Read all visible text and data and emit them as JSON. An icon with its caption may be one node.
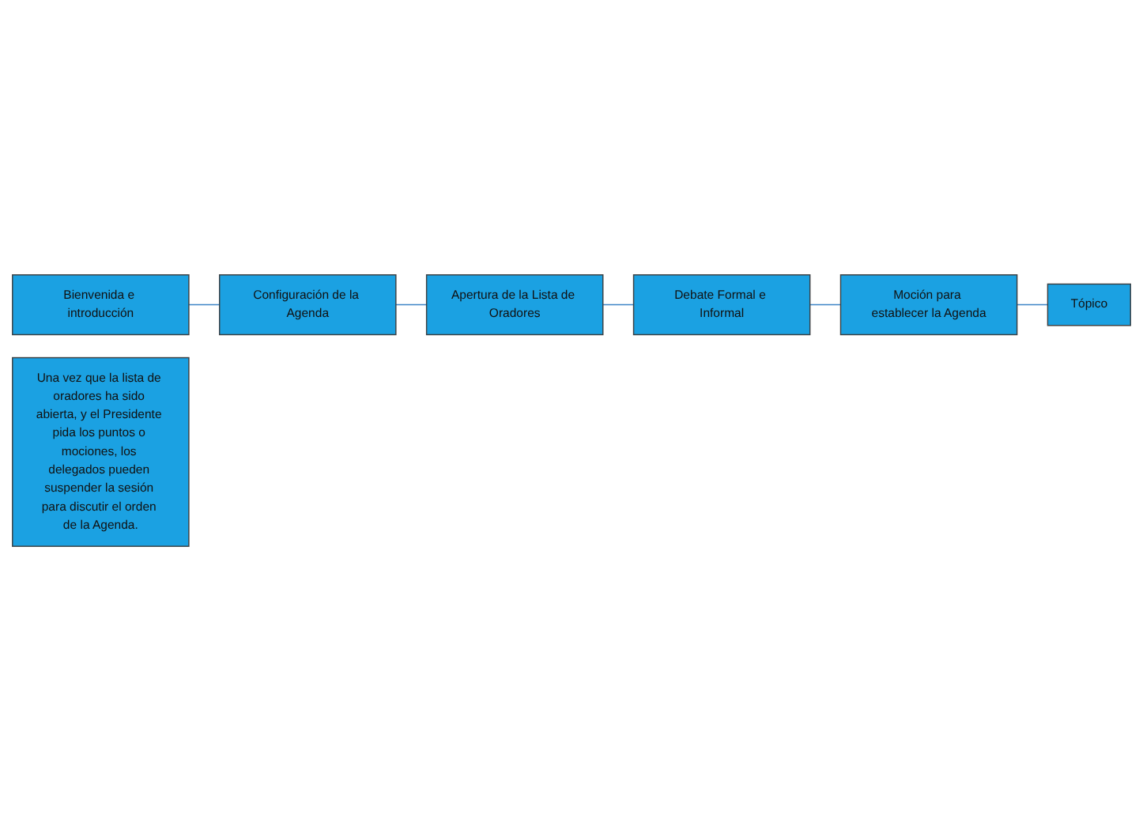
{
  "diagram": {
    "nodes": [
      {
        "text": [
          "Bienvenida e introducción"
        ]
      },
      {
        "text": [
          "Una vez que la lista de oradores ha sido abierta, y el Presidente pida los puntos o mociones, los delegados pueden suspender la sesión para discutir el orden de la Agenda."
        ]
      },
      {
        "text": [
          "Configuración de la Agenda"
        ]
      },
      {
        "text": [
          "Apertura de la Lista de Oradores"
        ]
      },
      {
        "text": [
          "Debate Formal e Informal"
        ]
      },
      {
        "text": [
          "Moción para establecer la Agenda"
        ]
      },
      {
        "text": [
          "Tópico"
        ]
      }
    ],
    "edges": [
      {
        "from": 0,
        "to": 2,
        "arrow": "none"
      },
      {
        "from": 2,
        "to": 3,
        "arrow": "none"
      },
      {
        "from": 3,
        "to": 4,
        "arrow": "none"
      },
      {
        "from": 4,
        "to": 5,
        "arrow": "none"
      },
      {
        "from": 5,
        "to": 6,
        "arrow": "none"
      }
    ]
  }
}
